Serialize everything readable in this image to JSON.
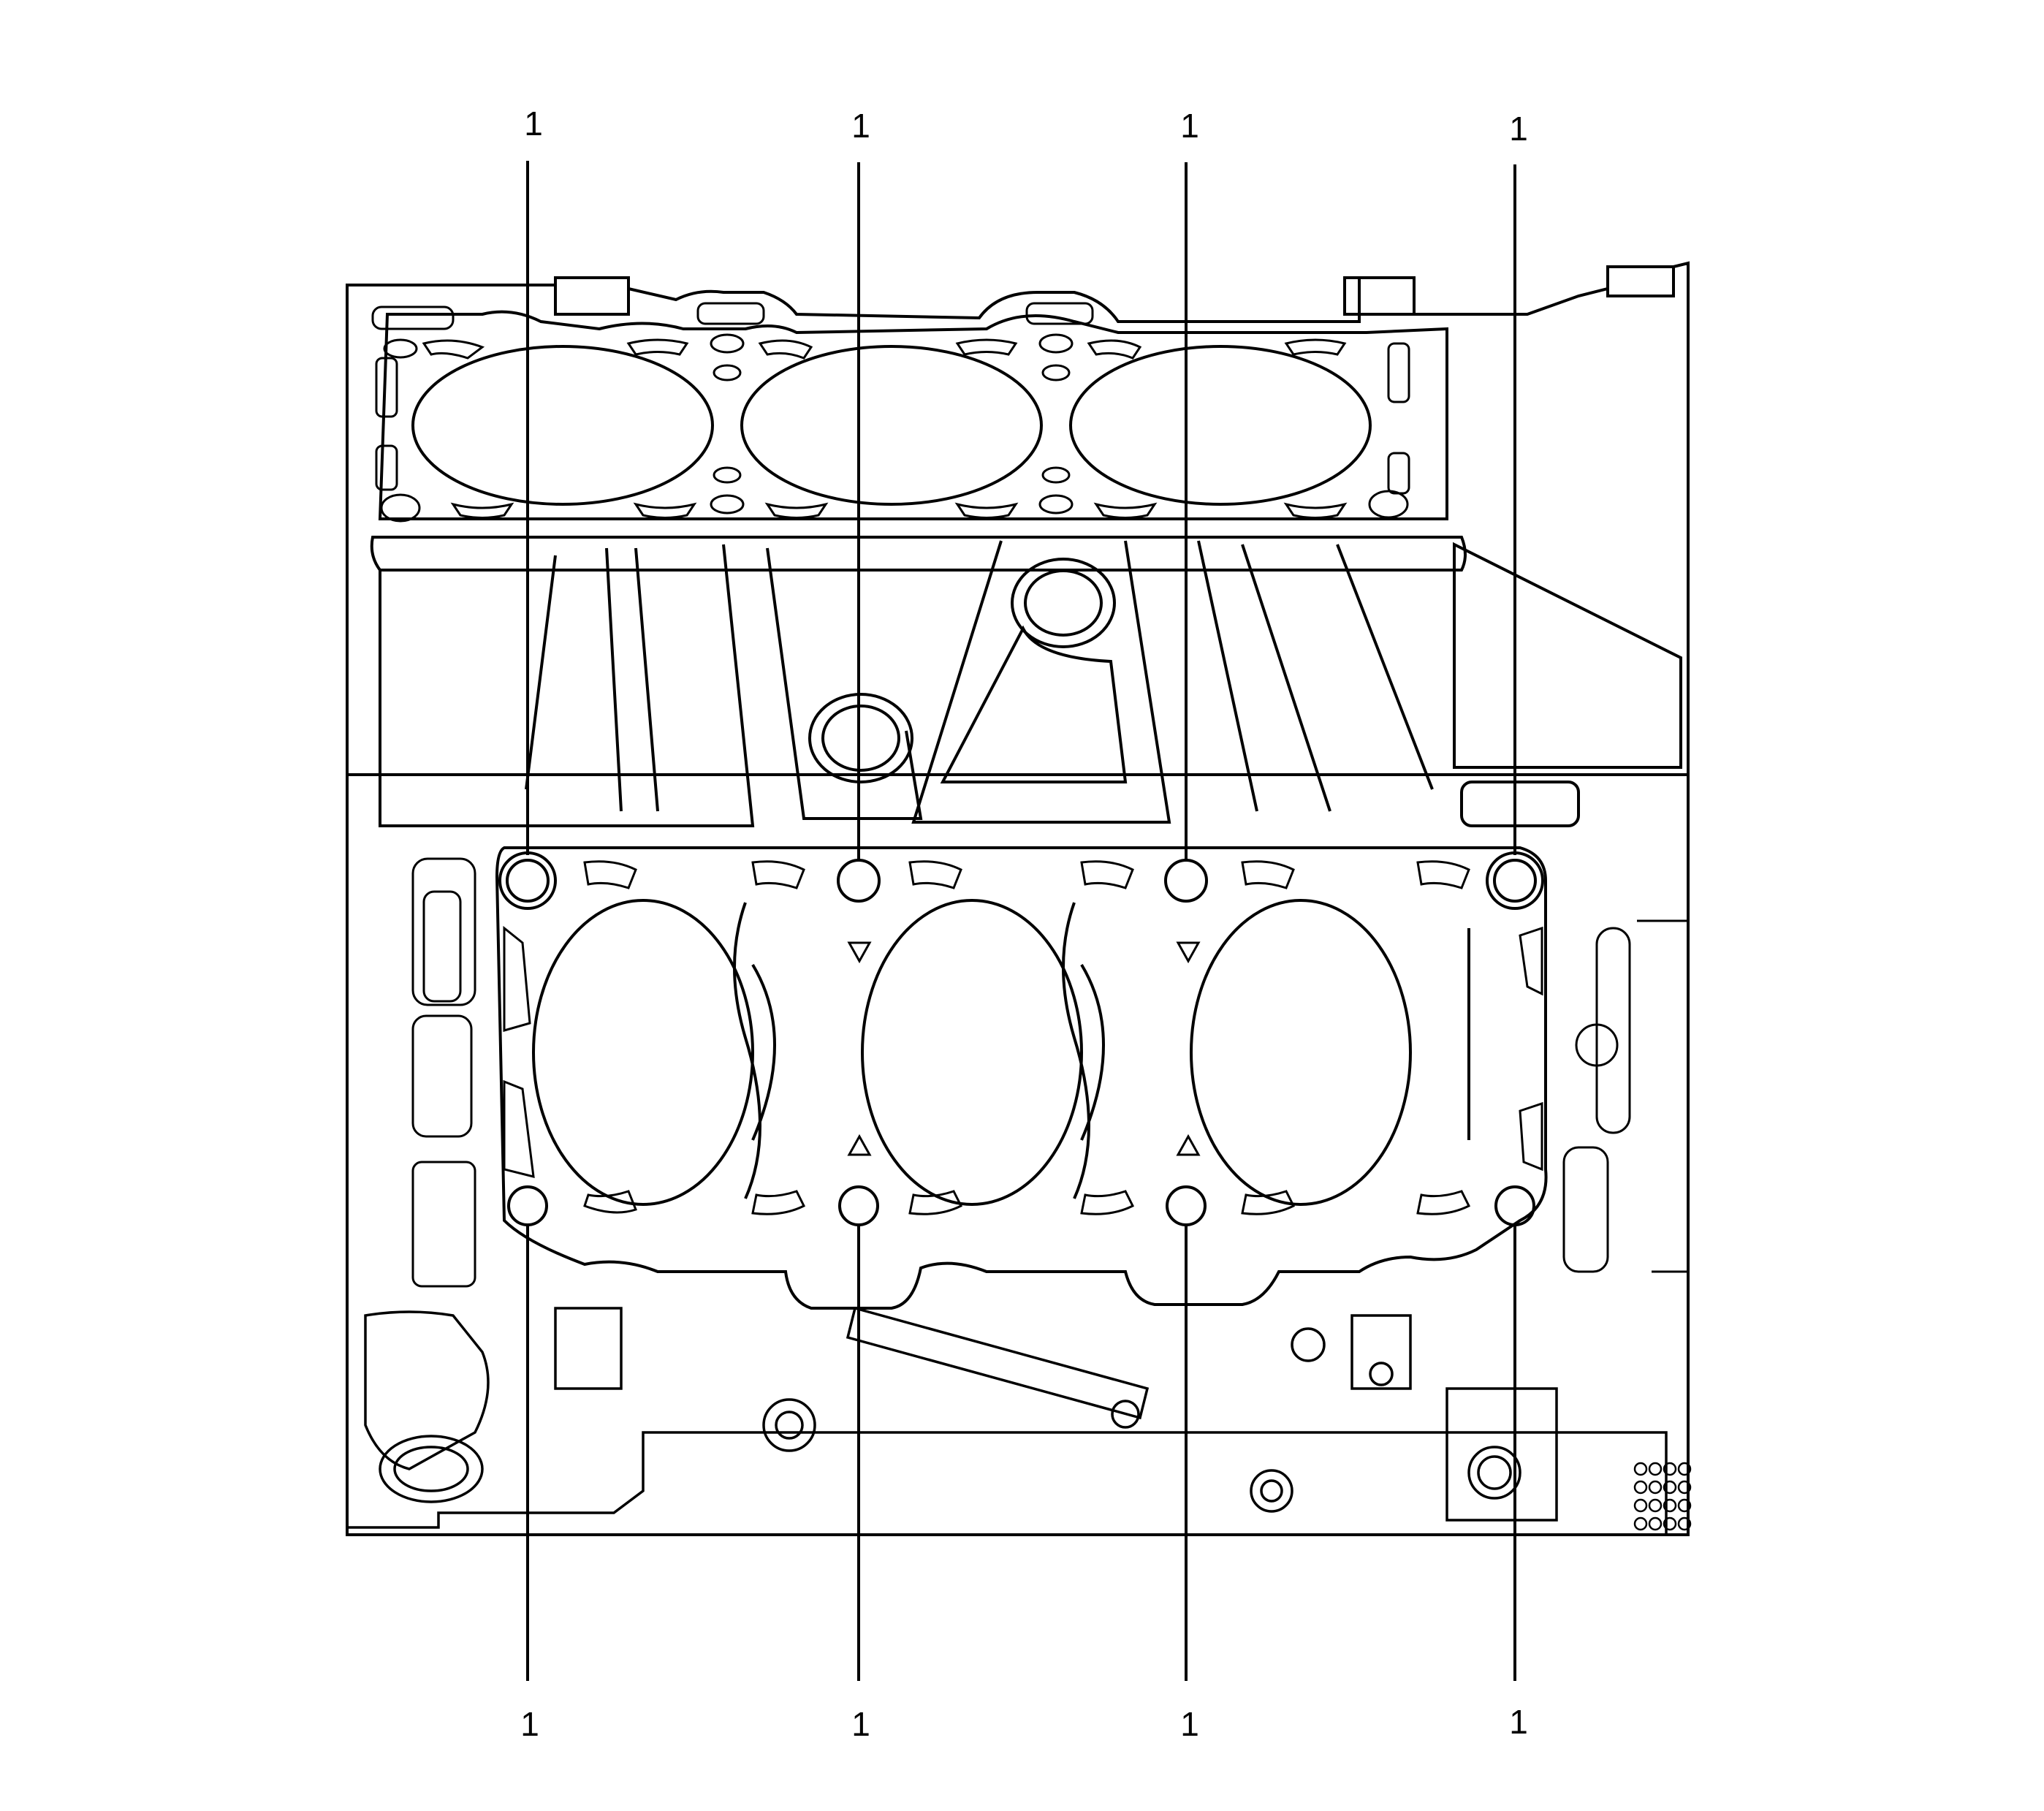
{
  "diagram": {
    "callouts": {
      "top": [
        "1",
        "1",
        "1",
        "1"
      ],
      "bottom": [
        "1",
        "1",
        "1",
        "1"
      ]
    },
    "colors": {
      "line": "#000000",
      "background": "#ffffff"
    }
  }
}
